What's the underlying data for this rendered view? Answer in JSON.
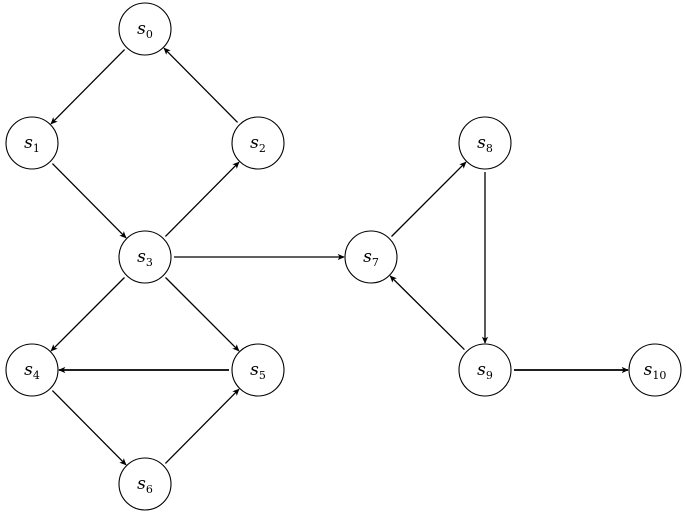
{
  "diagram": {
    "type": "directed-graph",
    "nodes": [
      {
        "id": "s0",
        "base": "s",
        "sub": "0"
      },
      {
        "id": "s1",
        "base": "s",
        "sub": "1"
      },
      {
        "id": "s2",
        "base": "s",
        "sub": "2"
      },
      {
        "id": "s3",
        "base": "s",
        "sub": "3"
      },
      {
        "id": "s4",
        "base": "s",
        "sub": "4"
      },
      {
        "id": "s5",
        "base": "s",
        "sub": "5"
      },
      {
        "id": "s6",
        "base": "s",
        "sub": "6"
      },
      {
        "id": "s7",
        "base": "s",
        "sub": "7"
      },
      {
        "id": "s8",
        "base": "s",
        "sub": "8"
      },
      {
        "id": "s9",
        "base": "s",
        "sub": "9"
      },
      {
        "id": "s10",
        "base": "s",
        "sub": "10"
      }
    ],
    "edges": [
      {
        "from": "s0",
        "to": "s1"
      },
      {
        "from": "s2",
        "to": "s0"
      },
      {
        "from": "s1",
        "to": "s3"
      },
      {
        "from": "s3",
        "to": "s2"
      },
      {
        "from": "s3",
        "to": "s7"
      },
      {
        "from": "s3",
        "to": "s4"
      },
      {
        "from": "s3",
        "to": "s5"
      },
      {
        "from": "s5",
        "to": "s4"
      },
      {
        "from": "s4",
        "to": "s6"
      },
      {
        "from": "s6",
        "to": "s5"
      },
      {
        "from": "s7",
        "to": "s8"
      },
      {
        "from": "s8",
        "to": "s9"
      },
      {
        "from": "s9",
        "to": "s7"
      },
      {
        "from": "s9",
        "to": "s10"
      }
    ]
  }
}
